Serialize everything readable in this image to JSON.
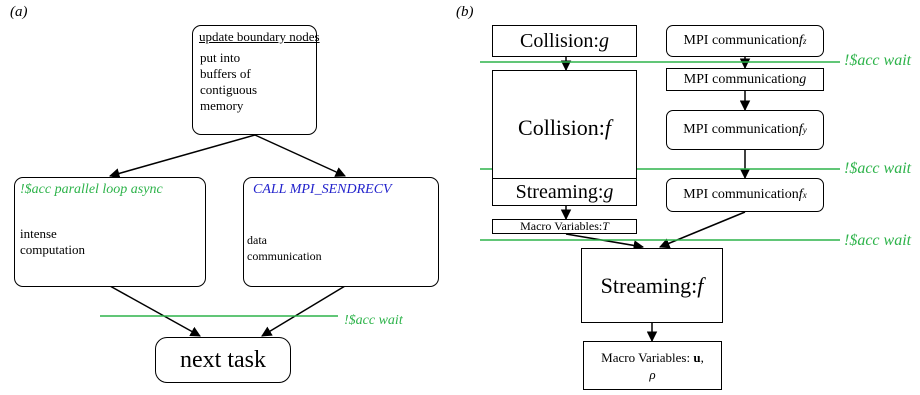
{
  "panel_a": {
    "label": "(a)",
    "update_title": "update boundary nodes",
    "put_into": "put into\nbuffers of\ncontiguous\nmemory",
    "acc_parallel": "!$acc parallel loop async",
    "intense": "intense\ncomputation",
    "call_mpi": "CALL MPI_SENDRECV",
    "data_comm": "data\ncommunication",
    "acc_wait": "!$acc wait",
    "next_task": "next task"
  },
  "panel_b": {
    "label": "(b)",
    "collision_g_text": "Collision: ",
    "collision_g_var": "g",
    "mpi_fz_text": "MPI communication ",
    "mpi_fz_var": "f",
    "mpi_fz_sub": "z",
    "acc_wait_1": "!$acc wait",
    "mpi_g_text": "MPI communication ",
    "mpi_g_var": "g",
    "collision_f_text": "Collision: ",
    "collision_f_var": "f",
    "mpi_fy_text": "MPI communication ",
    "mpi_fy_var": "f",
    "mpi_fy_sub": "y",
    "acc_wait_2": "!$acc wait",
    "streaming_g_text": "Streaming: ",
    "streaming_g_var": "g",
    "mpi_fx_text": "MPI communication ",
    "mpi_fx_var": "f",
    "mpi_fx_sub": "x",
    "macro_t_text": "Macro Variables: ",
    "macro_t_var": "T",
    "acc_wait_3": "!$acc wait",
    "streaming_f_text": "Streaming: ",
    "streaming_f_var": "f",
    "macro_u_line1": "Macro Variables: ",
    "macro_u_bold": "u",
    "macro_u_comma": ",",
    "macro_u_line2": "ρ"
  },
  "colors": {
    "green": "#2db34a",
    "blue": "#2222cc",
    "red": "#d62020",
    "magenta": "#cc33cc",
    "cyan": "#1a8fd6"
  }
}
